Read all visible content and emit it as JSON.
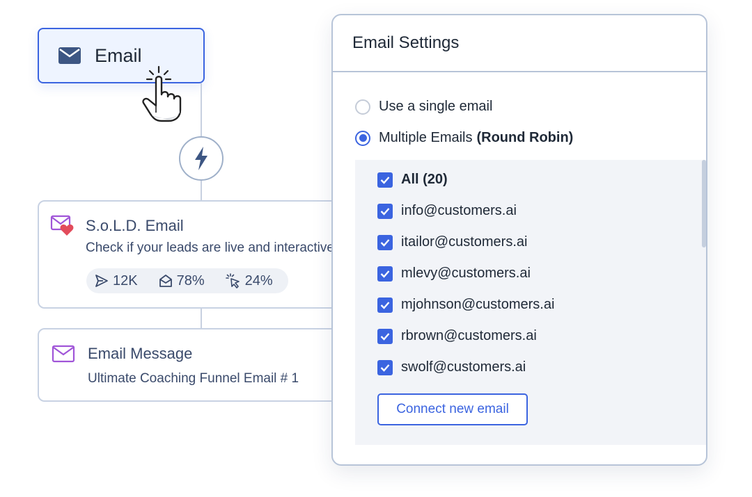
{
  "trigger": {
    "label": "Email",
    "icon": "envelope-icon"
  },
  "connector": {
    "icon": "lightning-bolt-icon"
  },
  "sold_card": {
    "title": "S.o.L.D. Email",
    "subtitle": "Check if your leads are live and interactive",
    "stats": [
      {
        "icon": "send-icon",
        "value": "12K"
      },
      {
        "icon": "open-envelope-icon",
        "value": "78%"
      },
      {
        "icon": "click-icon",
        "value": "24%"
      }
    ]
  },
  "message_card": {
    "title": "Email Message",
    "subtitle": "Ultimate Coaching Funnel Email # 1"
  },
  "settings": {
    "title": "Email Settings",
    "options": [
      {
        "label": "Use a single email",
        "bold": "",
        "selected": false
      },
      {
        "label": "Multiple Emails",
        "bold": "(Round Robin)",
        "selected": true
      }
    ],
    "emails": [
      {
        "label": "All (20)",
        "checked": true
      },
      {
        "label": "info@customers.ai",
        "checked": true
      },
      {
        "label": "itailor@customers.ai",
        "checked": true
      },
      {
        "label": "mlevy@customers.ai",
        "checked": true
      },
      {
        "label": "mjohnson@customers.ai",
        "checked": true
      },
      {
        "label": "rbrown@customers.ai",
        "checked": true
      },
      {
        "label": "swolf@customers.ai",
        "checked": true
      }
    ],
    "connect_label": "Connect new email"
  },
  "colors": {
    "accent": "#3b64e0",
    "text": "#3a4a6b",
    "border": "#c8d2e3",
    "list_bg": "#f2f4f8"
  }
}
